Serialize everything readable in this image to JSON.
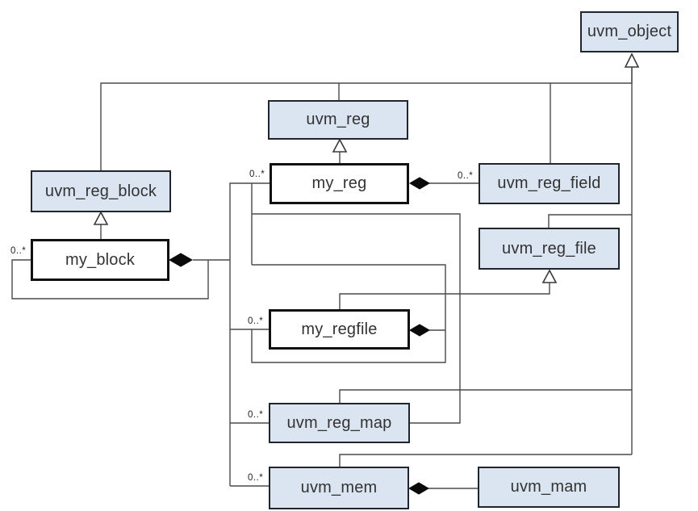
{
  "diagram": {
    "kind": "uml-class-diagram",
    "classes": [
      {
        "label": "uvm_object",
        "style": "library"
      },
      {
        "label": "uvm_reg",
        "style": "library"
      },
      {
        "label": "uvm_reg_block",
        "style": "library"
      },
      {
        "label": "my_reg",
        "style": "user"
      },
      {
        "label": "uvm_reg_field",
        "style": "library"
      },
      {
        "label": "uvm_reg_file",
        "style": "library"
      },
      {
        "label": "my_block",
        "style": "user"
      },
      {
        "label": "my_regfile",
        "style": "user"
      },
      {
        "label": "uvm_reg_map",
        "style": "library"
      },
      {
        "label": "uvm_mem",
        "style": "library"
      },
      {
        "label": "uvm_mam",
        "style": "library"
      }
    ],
    "multiplicities": [
      {
        "at": "my_reg.left",
        "text": "0..*"
      },
      {
        "at": "uvm_reg_field.left",
        "text": "0..*"
      },
      {
        "at": "my_block.left",
        "text": "0..*"
      },
      {
        "at": "my_regfile.left",
        "text": "0..*"
      },
      {
        "at": "uvm_reg_map.left",
        "text": "0..*"
      },
      {
        "at": "uvm_mem.left",
        "text": "0..*"
      }
    ],
    "relationships": [
      {
        "type": "generalization",
        "from": "uvm_reg",
        "to": "uvm_object"
      },
      {
        "type": "generalization",
        "from": "uvm_reg_block",
        "to": "uvm_object"
      },
      {
        "type": "generalization",
        "from": "uvm_reg_field",
        "to": "uvm_object"
      },
      {
        "type": "generalization",
        "from": "uvm_reg_file",
        "to": "uvm_object"
      },
      {
        "type": "generalization",
        "from": "uvm_reg_map",
        "to": "uvm_object"
      },
      {
        "type": "generalization",
        "from": "uvm_mem",
        "to": "uvm_object"
      },
      {
        "type": "generalization",
        "from": "my_reg",
        "to": "uvm_reg"
      },
      {
        "type": "generalization",
        "from": "my_block",
        "to": "uvm_reg_block"
      },
      {
        "type": "generalization",
        "from": "my_regfile",
        "to": "uvm_reg_file"
      },
      {
        "type": "composition",
        "owner": "my_reg",
        "part": "uvm_reg_field",
        "multiplicity": "0..*"
      },
      {
        "type": "composition",
        "owner": "my_block",
        "part": "my_block",
        "multiplicity": "0..*"
      },
      {
        "type": "composition",
        "owner": "my_block",
        "part": "my_reg",
        "multiplicity": "0..*"
      },
      {
        "type": "composition",
        "owner": "my_block",
        "part": "my_regfile",
        "multiplicity": "0..*"
      },
      {
        "type": "composition",
        "owner": "my_block",
        "part": "uvm_reg_map",
        "multiplicity": "0..*"
      },
      {
        "type": "composition",
        "owner": "my_block",
        "part": "uvm_mem",
        "multiplicity": "0..*"
      },
      {
        "type": "composition",
        "owner": "my_regfile",
        "part": "my_reg",
        "multiplicity": "0..*"
      },
      {
        "type": "composition",
        "owner": "my_regfile",
        "part": "my_regfile",
        "multiplicity": "0..*"
      },
      {
        "type": "composition",
        "owner": "uvm_mem",
        "part": "uvm_mam"
      },
      {
        "type": "association",
        "from": "uvm_reg_map",
        "to": "my_reg"
      }
    ]
  },
  "colors": {
    "base_class_fill": "#dbe5f1",
    "base_class_border": "#21252d",
    "user_class_fill": "#ffffff",
    "user_class_border": "#111111",
    "connector": "#4a4a4a"
  }
}
